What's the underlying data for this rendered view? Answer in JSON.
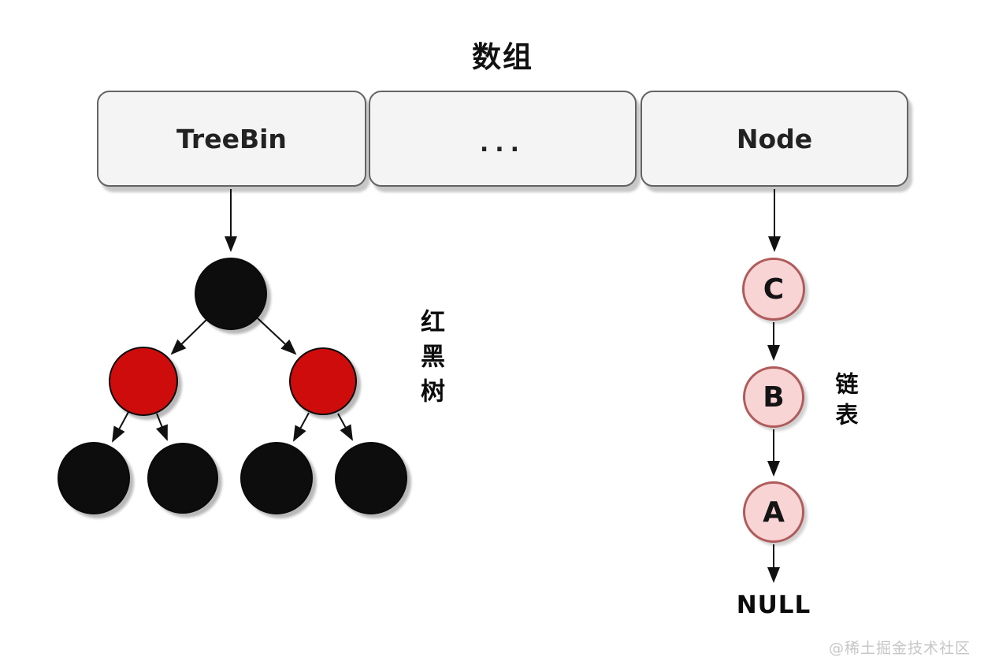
{
  "title": "数组",
  "array_boxes": [
    {
      "label": "TreeBin"
    },
    {
      "label": "..."
    },
    {
      "label": "Node"
    }
  ],
  "red_black_tree": {
    "side_label": "红黑树",
    "root_color": "black",
    "level2_colors": [
      "red",
      "red"
    ],
    "leaf_colors": [
      "black",
      "black",
      "black",
      "black"
    ]
  },
  "linked_list": {
    "side_label": "链表",
    "nodes": [
      {
        "label": "C"
      },
      {
        "label": "B"
      },
      {
        "label": "A"
      }
    ],
    "terminator": "NULL"
  },
  "watermark": "@稀土掘金技术社区",
  "colors": {
    "black_node": "#0d0d0d",
    "red_node": "#cf0c0c",
    "list_node_fill": "#f9d4d4",
    "list_node_border": "#b05b5b",
    "box_fill": "#f4f4f4",
    "box_border": "#636363",
    "arrow": "#111111"
  }
}
